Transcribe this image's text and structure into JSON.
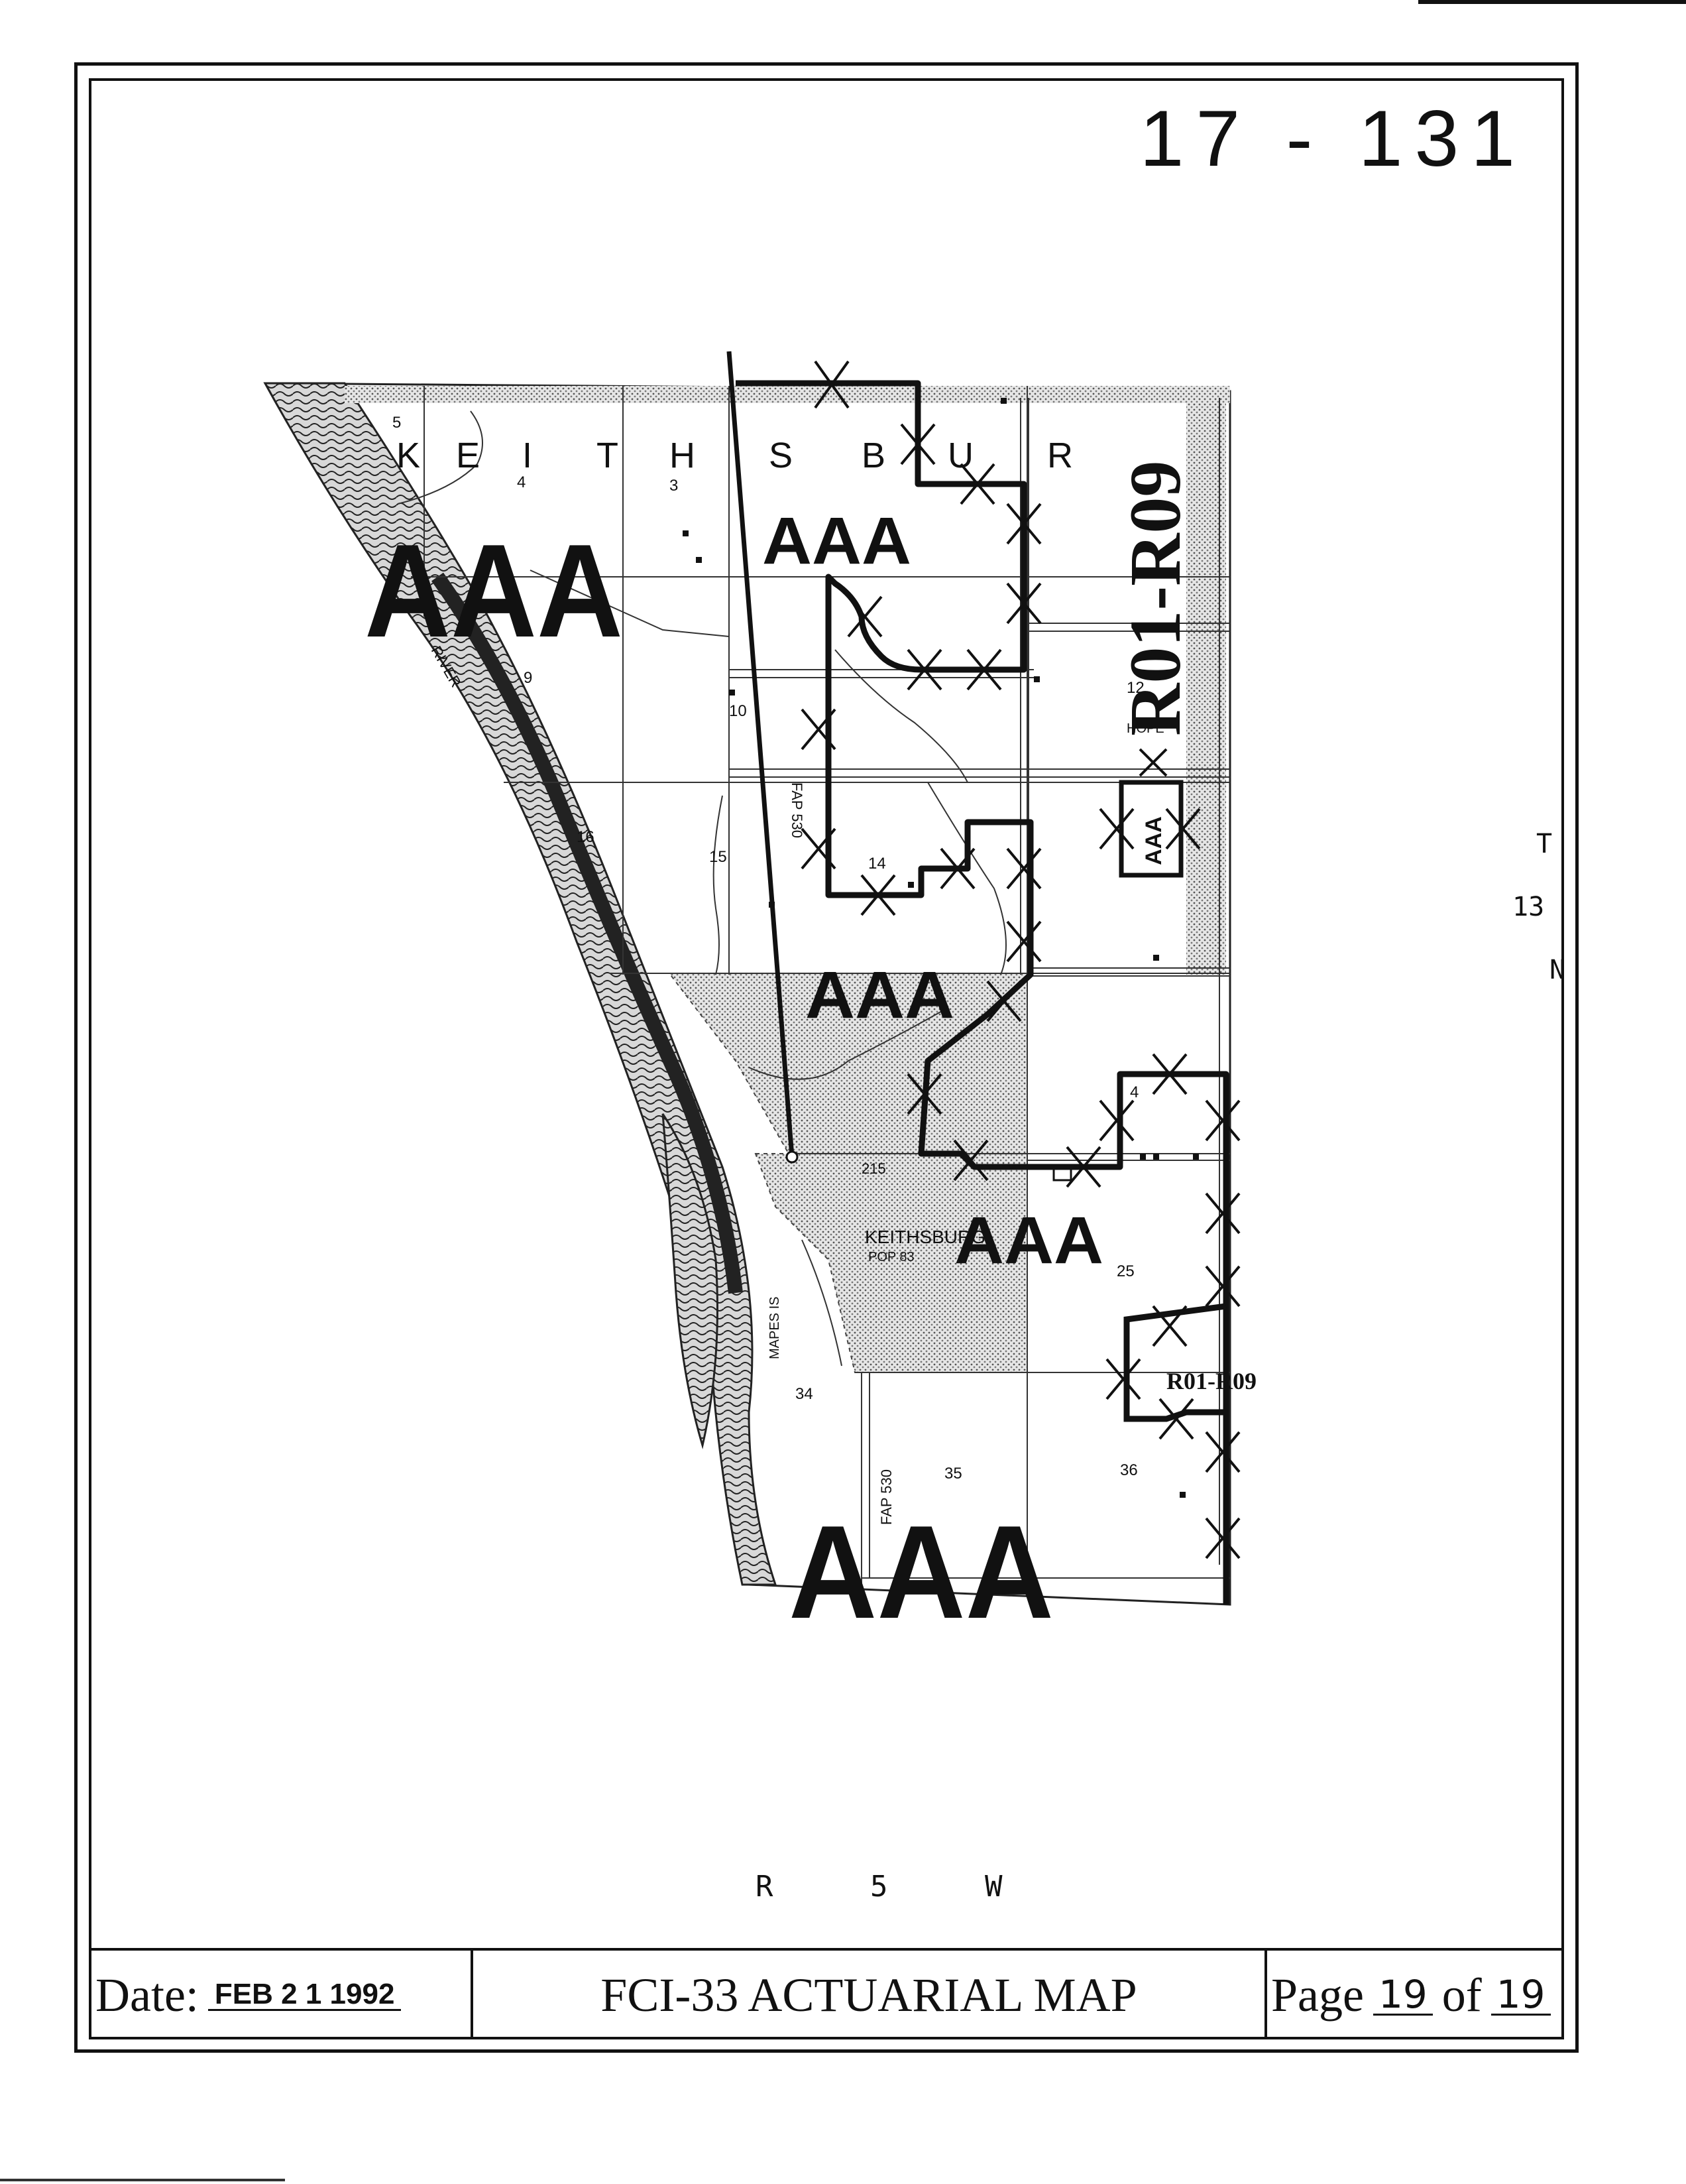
{
  "map_number": "17 - 131",
  "place_label": "KEITHSBURG",
  "town_name": "KEITHSBURG",
  "town_pop": "POP 83",
  "upper_letters": [
    "K",
    "E",
    "I",
    "T",
    "H",
    "S",
    "B",
    "U",
    "R"
  ],
  "section_numbers": [
    "5",
    "4",
    "3",
    "9",
    "10",
    "12",
    "16",
    "15",
    "14",
    "4",
    "25",
    "34",
    "35",
    "36"
  ],
  "rate_codes": {
    "aaa": "AAA",
    "r01_r09": "R01-R09"
  },
  "roads": {
    "fap_530": "FAP 530",
    "route_215": "215",
    "mapes_is": "MAPES IS",
    "river": "RIVER",
    "hope": "HOPE"
  },
  "township": {
    "t": "T",
    "n_num": "13",
    "n": "N"
  },
  "range": "R 5 W",
  "footer": {
    "date_label": "Date:",
    "date_value": "FEB 2 1 1992",
    "title": "FCI-33 ACTUARIAL MAP",
    "page_label": "Page",
    "page_current": "19",
    "page_of": "of",
    "page_total": "19"
  },
  "colors": {
    "ink": "#111111",
    "shade": "#c8c8c8",
    "water": "#9a9a9a"
  }
}
